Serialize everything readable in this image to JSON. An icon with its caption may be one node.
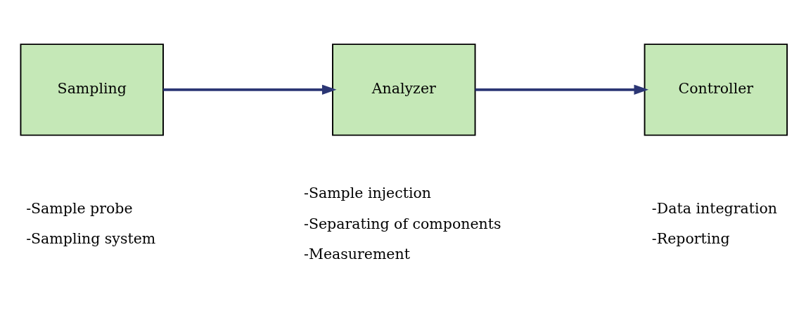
{
  "diagram": {
    "nodes": [
      {
        "text": [
          "Sampling"
        ],
        "beside": [
          "-Sample probe",
          "-Sampling system"
        ]
      },
      {
        "text": [
          "Analyzer"
        ],
        "beside": [
          "-Sample injection",
          "-Separating of components",
          "-Measurement"
        ]
      },
      {
        "text": [
          "Controller"
        ],
        "beside": [
          "-Data integration",
          "-Reporting"
        ]
      }
    ],
    "edges": [
      {
        "from": 0,
        "to": 1,
        "arrow": "to"
      },
      {
        "from": 1,
        "to": 2,
        "arrow": "to"
      }
    ]
  }
}
